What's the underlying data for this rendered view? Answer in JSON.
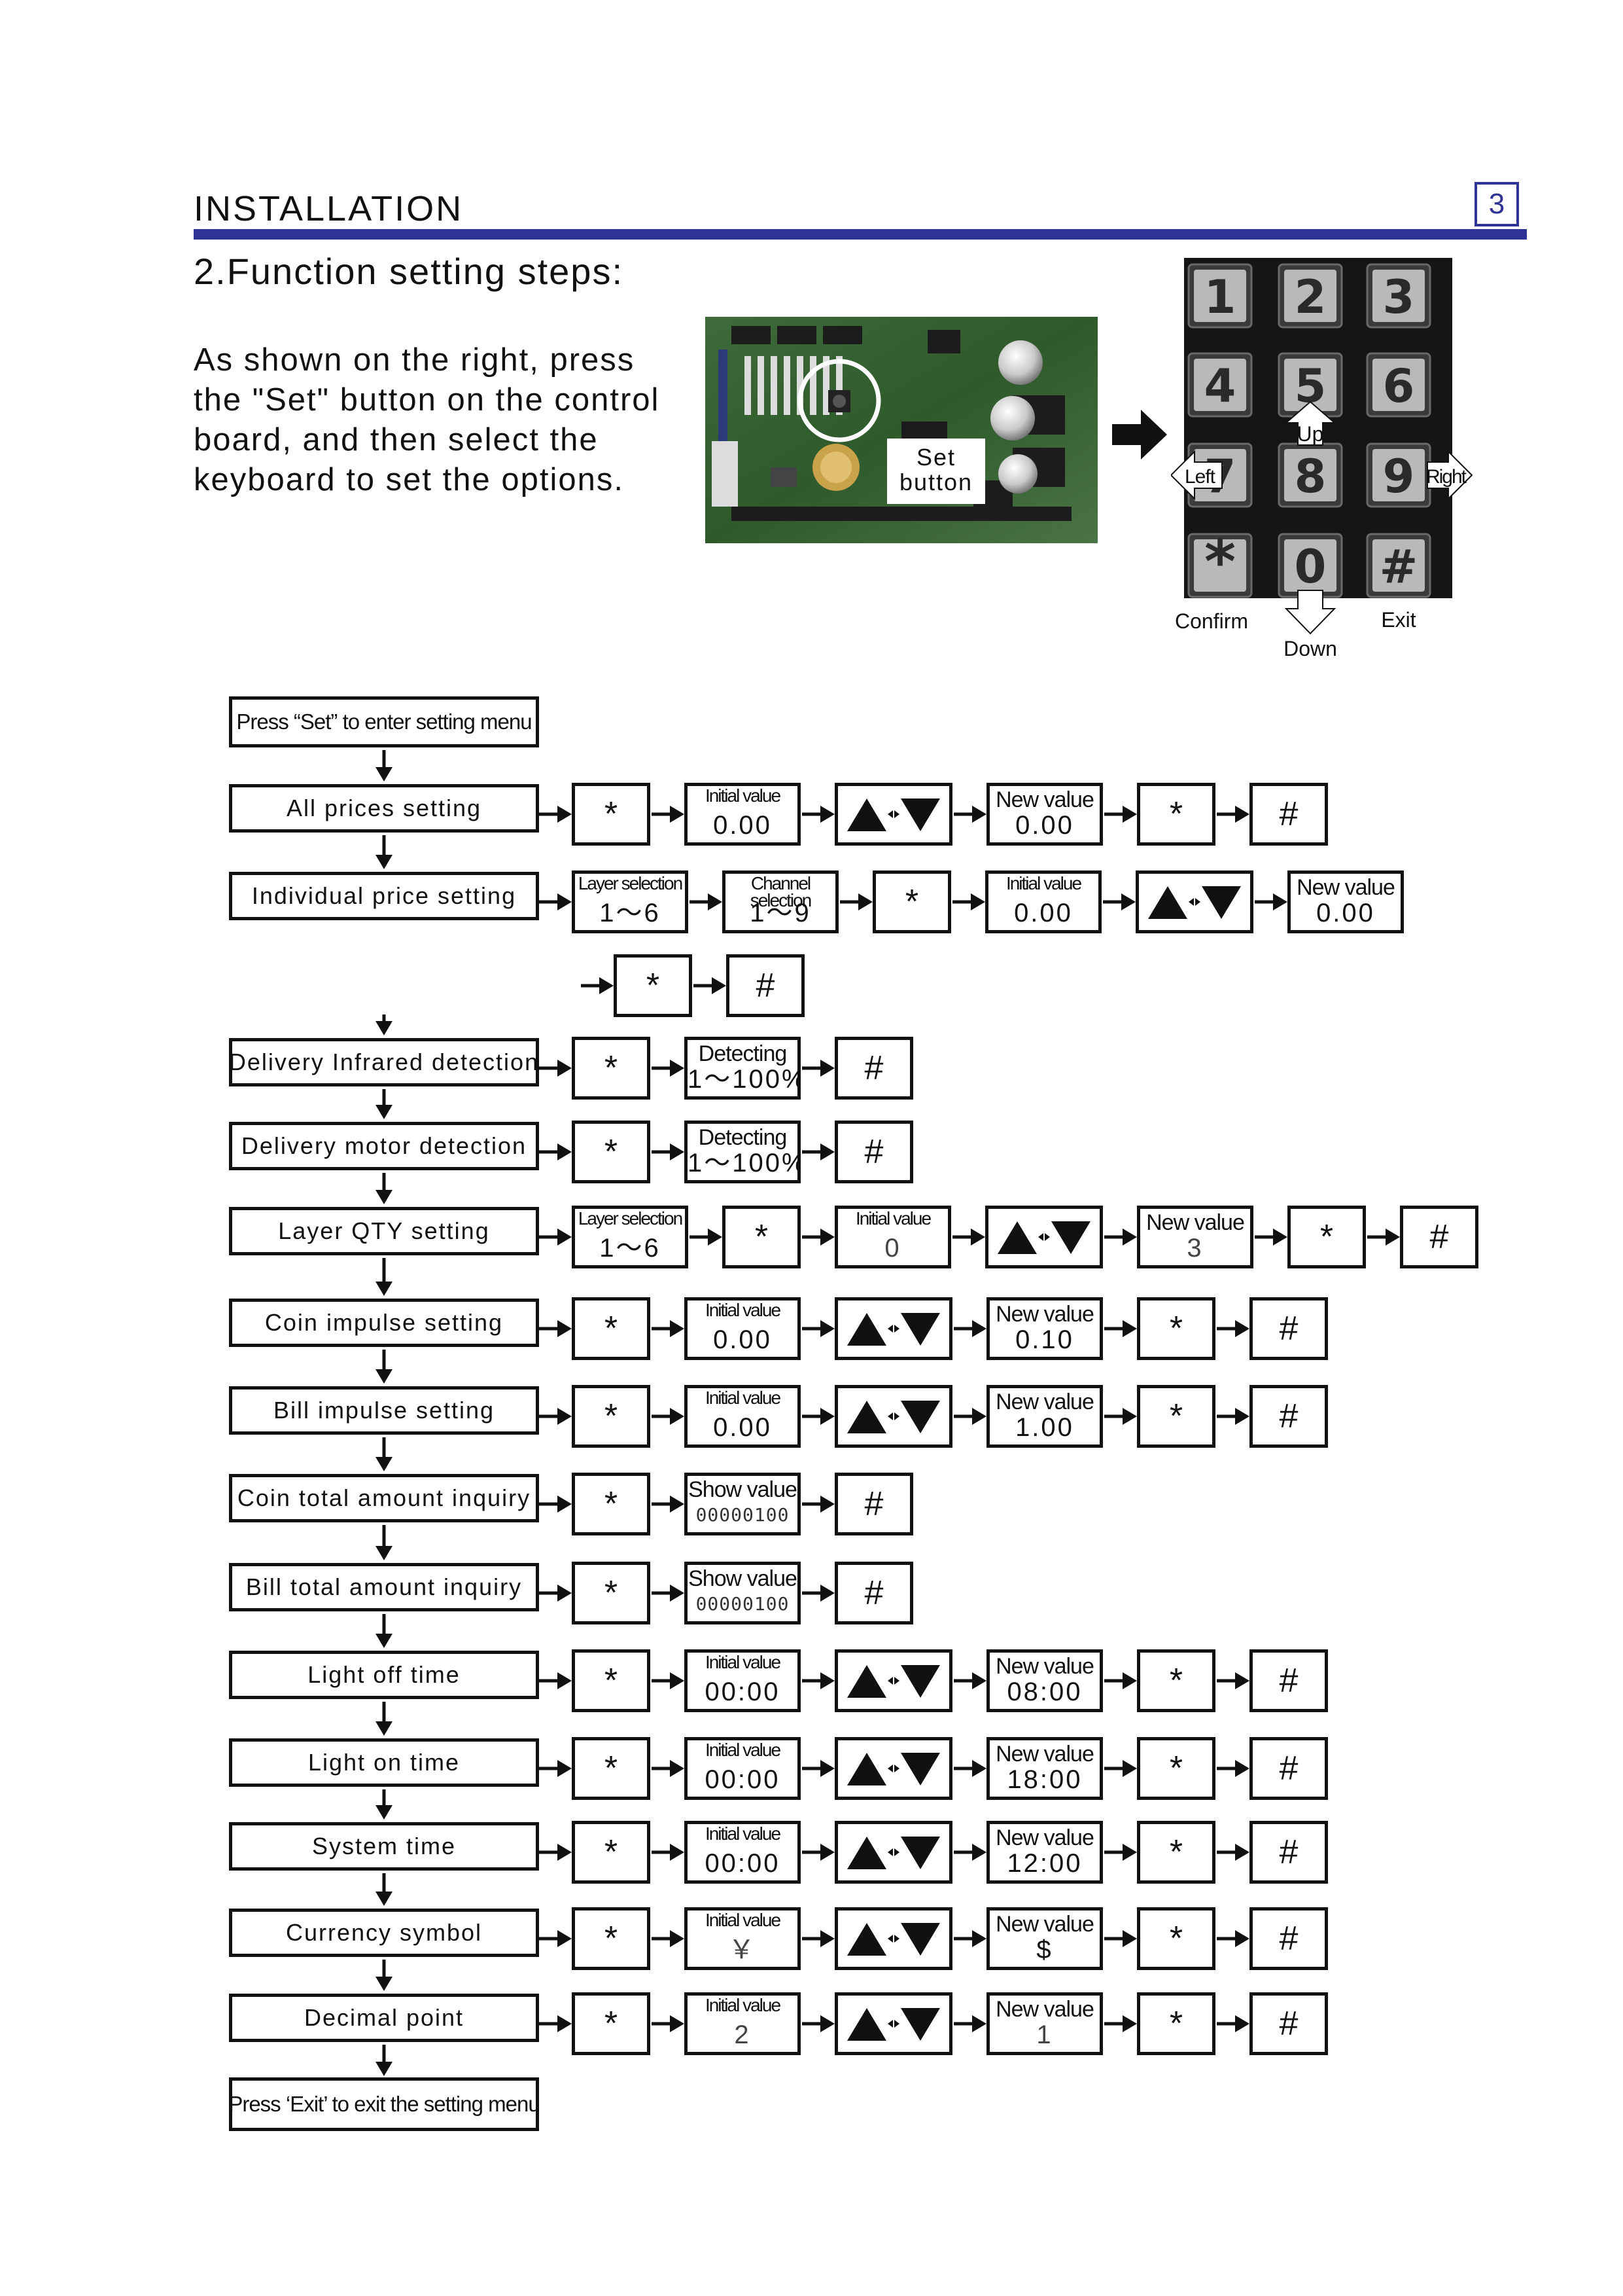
{
  "header": {
    "title": "INSTALLATION",
    "page_number": "3"
  },
  "section_heading": "2.Function setting steps:",
  "intro_lines": [
    "As shown on the right, press",
    "the \"Set\" button on the control",
    "board, and then select the",
    "keyboard to set the options."
  ],
  "board_photo": {
    "callout": [
      "Set",
      "button"
    ]
  },
  "keypad": {
    "keys": [
      "1",
      "2",
      "3",
      "4",
      "5",
      "6",
      "7",
      "8",
      "9",
      "*",
      "0",
      "#"
    ],
    "directions": {
      "up": "Up",
      "left": "Left",
      "right": "Right",
      "down": "Down"
    },
    "confirm_label": "Confirm",
    "exit_label": "Exit"
  },
  "flow": {
    "start": "Press  “Set” to enter setting menu",
    "end": "Press  ‘Exit’  to exit the setting menu",
    "up_down_icon": "up-down-arrows-icon",
    "rows": [
      {
        "label": "All prices setting",
        "steps": [
          {
            "kind": "key",
            "text": "*"
          },
          {
            "kind": "value",
            "title": "Initial value",
            "value": "0.00"
          },
          {
            "kind": "updown"
          },
          {
            "kind": "value",
            "title": "New value",
            "value": "0.00"
          },
          {
            "kind": "key",
            "text": "*"
          },
          {
            "kind": "key",
            "text": "#"
          }
        ]
      },
      {
        "label": "Individual price setting",
        "steps": [
          {
            "kind": "value",
            "title": "Layer selection",
            "value": "1～6"
          },
          {
            "kind": "value",
            "title": "Channel\nselection",
            "value": "1～9"
          },
          {
            "kind": "key",
            "text": "*"
          },
          {
            "kind": "value",
            "title": "Initial value",
            "value": "0.00"
          },
          {
            "kind": "updown"
          },
          {
            "kind": "value",
            "title": "New value",
            "value": "0.00"
          }
        ],
        "continuation": [
          {
            "kind": "key",
            "text": "*"
          },
          {
            "kind": "key",
            "text": "#"
          }
        ]
      },
      {
        "label": "Delivery Infrared detection",
        "steps": [
          {
            "kind": "key",
            "text": "*"
          },
          {
            "kind": "value",
            "title": "Detecting",
            "value": "1～100%"
          },
          {
            "kind": "key",
            "text": "#"
          }
        ]
      },
      {
        "label": "Delivery motor detection",
        "steps": [
          {
            "kind": "key",
            "text": "*"
          },
          {
            "kind": "value",
            "title": "Detecting",
            "value": "1～100%"
          },
          {
            "kind": "key",
            "text": "#"
          }
        ]
      },
      {
        "label": "Layer QTY setting",
        "steps": [
          {
            "kind": "value",
            "title": "Layer selection",
            "value": "1～6"
          },
          {
            "kind": "key",
            "text": "*"
          },
          {
            "kind": "value",
            "title": "Initial value",
            "value": "0"
          },
          {
            "kind": "updown"
          },
          {
            "kind": "value",
            "title": "New value",
            "value": "3"
          },
          {
            "kind": "key",
            "text": "*"
          },
          {
            "kind": "key",
            "text": "#"
          }
        ]
      },
      {
        "label": "Coin impulse setting",
        "steps": [
          {
            "kind": "key",
            "text": "*"
          },
          {
            "kind": "value",
            "title": "Initial value",
            "value": "0.00"
          },
          {
            "kind": "updown"
          },
          {
            "kind": "value",
            "title": "New value",
            "value": "0.10"
          },
          {
            "kind": "key",
            "text": "*"
          },
          {
            "kind": "key",
            "text": "#"
          }
        ]
      },
      {
        "label": "Bill impulse setting",
        "steps": [
          {
            "kind": "key",
            "text": "*"
          },
          {
            "kind": "value",
            "title": "Initial value",
            "value": "0.00"
          },
          {
            "kind": "updown"
          },
          {
            "kind": "value",
            "title": "New value",
            "value": "1.00"
          },
          {
            "kind": "key",
            "text": "*"
          },
          {
            "kind": "key",
            "text": "#"
          }
        ]
      },
      {
        "label": "Coin total amount inquiry",
        "steps": [
          {
            "kind": "key",
            "text": "*"
          },
          {
            "kind": "value",
            "title": "Show value",
            "value": "00000100"
          },
          {
            "kind": "key",
            "text": "#"
          }
        ]
      },
      {
        "label": "Bill total amount inquiry",
        "steps": [
          {
            "kind": "key",
            "text": "*"
          },
          {
            "kind": "value",
            "title": "Show value",
            "value": "00000100"
          },
          {
            "kind": "key",
            "text": "#"
          }
        ]
      },
      {
        "label": "Light off time",
        "steps": [
          {
            "kind": "key",
            "text": "*"
          },
          {
            "kind": "value",
            "title": "Initial value",
            "value": "00:00"
          },
          {
            "kind": "updown"
          },
          {
            "kind": "value",
            "title": "New value",
            "value": "08:00"
          },
          {
            "kind": "key",
            "text": "*"
          },
          {
            "kind": "key",
            "text": "#"
          }
        ]
      },
      {
        "label": "Light on time",
        "steps": [
          {
            "kind": "key",
            "text": "*"
          },
          {
            "kind": "value",
            "title": "Initial value",
            "value": "00:00"
          },
          {
            "kind": "updown"
          },
          {
            "kind": "value",
            "title": "New value",
            "value": "18:00"
          },
          {
            "kind": "key",
            "text": "*"
          },
          {
            "kind": "key",
            "text": "#"
          }
        ]
      },
      {
        "label": "System time",
        "steps": [
          {
            "kind": "key",
            "text": "*"
          },
          {
            "kind": "value",
            "title": "Initial value",
            "value": "00:00"
          },
          {
            "kind": "updown"
          },
          {
            "kind": "value",
            "title": "New value",
            "value": "12:00"
          },
          {
            "kind": "key",
            "text": "*"
          },
          {
            "kind": "key",
            "text": "#"
          }
        ]
      },
      {
        "label": "Currency symbol",
        "steps": [
          {
            "kind": "key",
            "text": "*"
          },
          {
            "kind": "value",
            "title": "Initial value",
            "value": "￥"
          },
          {
            "kind": "updown"
          },
          {
            "kind": "value",
            "title": "New value",
            "value": "$"
          },
          {
            "kind": "key",
            "text": "*"
          },
          {
            "kind": "key",
            "text": "#"
          }
        ]
      },
      {
        "label": "Decimal point",
        "steps": [
          {
            "kind": "key",
            "text": "*"
          },
          {
            "kind": "value",
            "title": "Initial value",
            "value": "2"
          },
          {
            "kind": "updown"
          },
          {
            "kind": "value",
            "title": "New value",
            "value": "1"
          },
          {
            "kind": "key",
            "text": "*"
          },
          {
            "kind": "key",
            "text": "#"
          }
        ]
      }
    ]
  }
}
